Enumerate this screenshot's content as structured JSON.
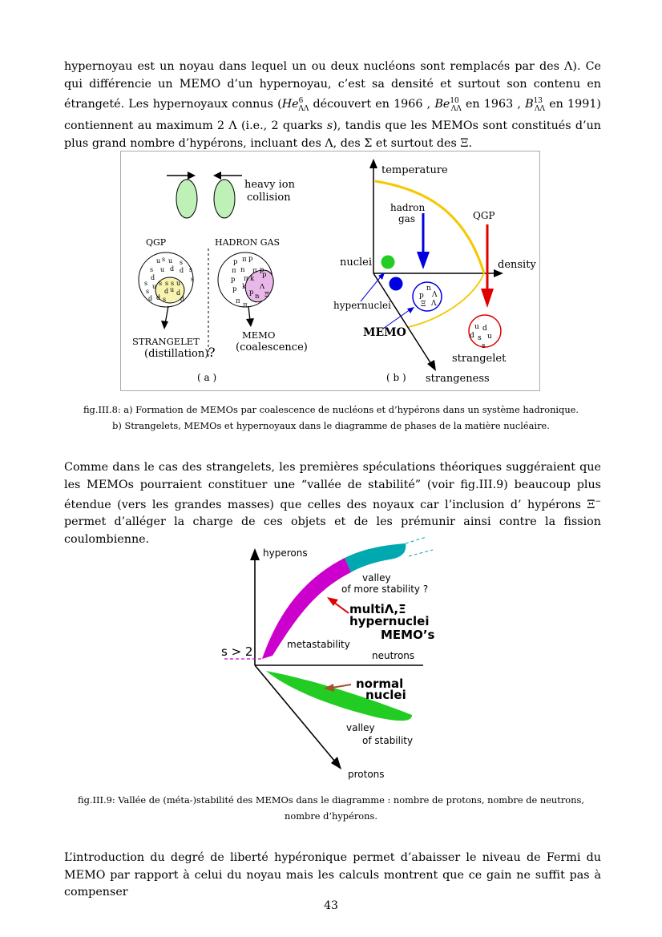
{
  "para1": "hypernoyau est un noyau dans lequel un ou deux nucléons sont remplacés par des Λ). Ce qui différencie un MEMO d’un hypernoyau, c’est sa densité et surtout son contenu en étrangeté. Les hypernoyaux connus (He⁶ΛΛ découvert en 1966 , Be¹⁰ΛΛ en 1963 , B¹³ΛΛ en 1991) contiennent au maximum 2 Λ (i.e., 2 quarks s), tandis que les MEMOs sont constitués d’un plus grand nombre d’hypérons, incluant des Λ, des Σ et surtout des Ξ.",
  "fig8": {
    "a": {
      "heavy_ion": "heavy ion",
      "collision": "collision",
      "qgp": "QGP",
      "hadron_gas": "HADRON GAS",
      "strangelet": "STRANGELET",
      "distillation": "(distillation)",
      "question": "?",
      "memo": "MEMO",
      "coalescence": "(coalescence)",
      "panel_label": "( a )"
    },
    "b": {
      "temperature": "temperature",
      "hadron": "hadron",
      "gas": "gas",
      "qgp": "QGP",
      "nuclei": "nuclei",
      "density": "density",
      "hypernuclei": "hypernuclei",
      "memo": "MEMO",
      "strangelet": "strangelet",
      "strangeness": "strangeness",
      "panel_label": "( b )"
    },
    "caption_line1": "fig.III.8: a) Formation de MEMOs par coalescence de nucléons et d’hypérons dans un système hadronique.",
    "caption_line2": "b) Strangelets, MEMOs et hypernoyaux dans le diagramme de phases de la matière nucléaire."
  },
  "para2": "Comme dans le cas des strangelets, les premières spéculations théoriques suggéraient que les MEMOs pourraient constituer une “vallée de stabilité” (voir fig.III.9) beaucoup plus étendue (vers les grandes masses) que celles des noyaux car l’inclusion d’ hypérons Ξ⁻ permet d’alléger la charge de ces objets et de les prémunir ainsi contre la fission coulombienne.",
  "fig9": {
    "hyperons": "hyperons",
    "valley_more_1": "valley",
    "valley_more_2": "of more stability ?",
    "multi_1": "multiΛ,Ξ",
    "multi_2": "hypernuclei",
    "memos": "MEMO’s",
    "s_gt_2": "s > 2",
    "metastability": "metastability",
    "neutrons": "neutrons",
    "normal": "normal",
    "nuclei": "nuclei",
    "valley_1": "valley",
    "valley_2": "of stability",
    "protons": "protons",
    "caption_line1": "fig.III.9: Vallée de (méta-)stabilité des MEMOs dans le diagramme : nombre de protons, nombre de neutrons,",
    "caption_line2": "nombre d’hypérons."
  },
  "para3": "L’introduction du degré de liberté hypéronique permet d’abaisser le niveau de Fermi du MEMO par rapport à celui du noyau mais les calculs montrent que ce gain ne suffit pas à compenser",
  "page_number": "43",
  "colors": {
    "yellow": "#f5c800",
    "blue": "#0000e0",
    "red": "#e00000",
    "green": "#22cc22",
    "magenta": "#cc00cc",
    "teal": "#00a8b0"
  }
}
